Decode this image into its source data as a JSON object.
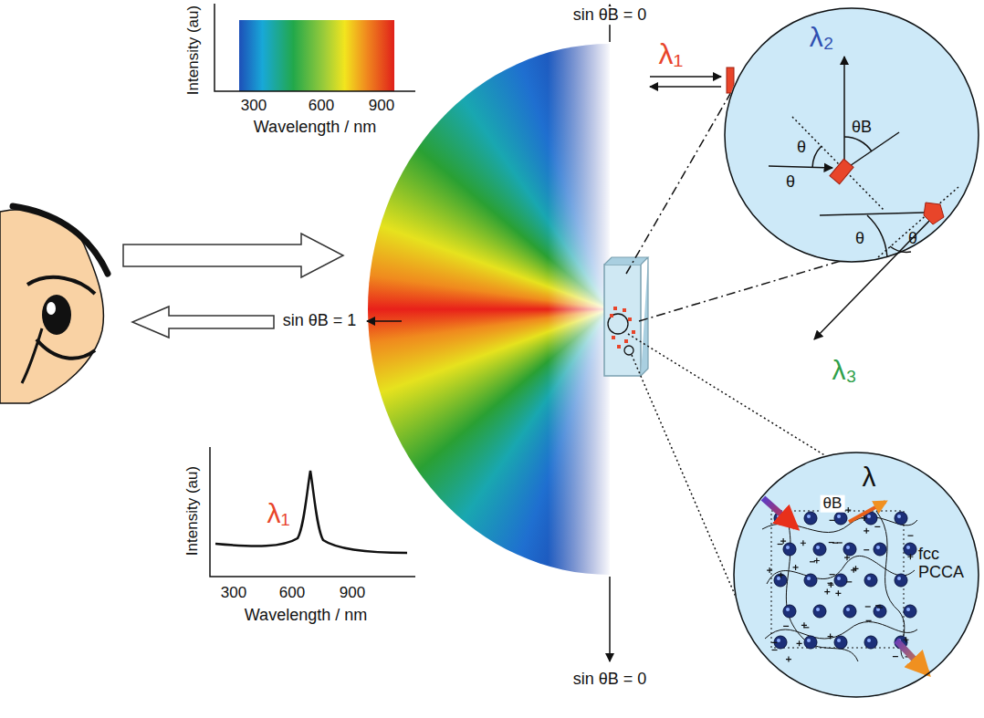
{
  "diagram": {
    "nodes": [
      {
        "text": [
          "λ₂",
          "θB",
          "θ",
          "θ",
          "θ",
          "θ"
        ]
      },
      {
        "text": [
          "λ",
          "θB",
          "fcc PCCA"
        ]
      }
    ],
    "labels": [
      "Intensity (au)",
      "300",
      "600",
      "900",
      "Wavelength / nm",
      "Intensity (au)",
      "λ₁",
      "300",
      "600",
      "900",
      "Wavelength / nm",
      "sin θB = 0",
      "sin θB = 1",
      "sin θB = 0",
      "λ₁",
      "λ₃"
    ]
  }
}
